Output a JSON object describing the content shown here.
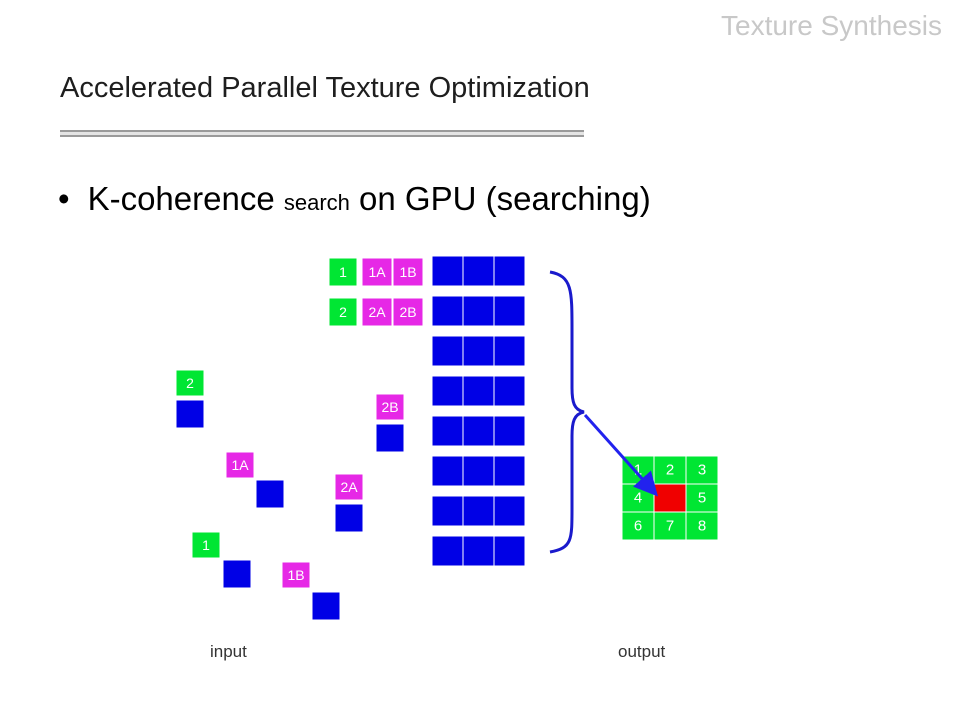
{
  "header": {
    "section_title": "Texture Synthesis"
  },
  "slide": {
    "title": "Accelerated Parallel Texture Optimization",
    "bullet": {
      "part1": "K-coherence ",
      "part2": "search",
      "part3": " on GPU (searching)"
    }
  },
  "labels": {
    "input": "input",
    "output": "output"
  },
  "colors": {
    "green": "#00e633",
    "magenta": "#e628e6",
    "blue": "#0000e6",
    "red": "#f00000",
    "arrow": "#2222ee",
    "brace": "#1a1acc"
  },
  "candidate_rows": [
    {
      "labels": [
        "1",
        "1A",
        "1B"
      ]
    },
    {
      "labels": [
        "2",
        "2A",
        "2B"
      ]
    }
  ],
  "input_tiles": [
    {
      "label": "2",
      "label_color": "green"
    },
    {
      "label": "1A",
      "label_color": "magenta"
    },
    {
      "label": "1",
      "label_color": "green"
    },
    {
      "label": "1B",
      "label_color": "magenta"
    },
    {
      "label": "2A",
      "label_color": "magenta"
    },
    {
      "label": "2B",
      "label_color": "magenta"
    }
  ],
  "output_neighborhood": [
    "1",
    "2",
    "3",
    "4",
    "",
    "5",
    "6",
    "7",
    "8"
  ],
  "candidate_grid": {
    "rows": 8,
    "cols": 3
  }
}
